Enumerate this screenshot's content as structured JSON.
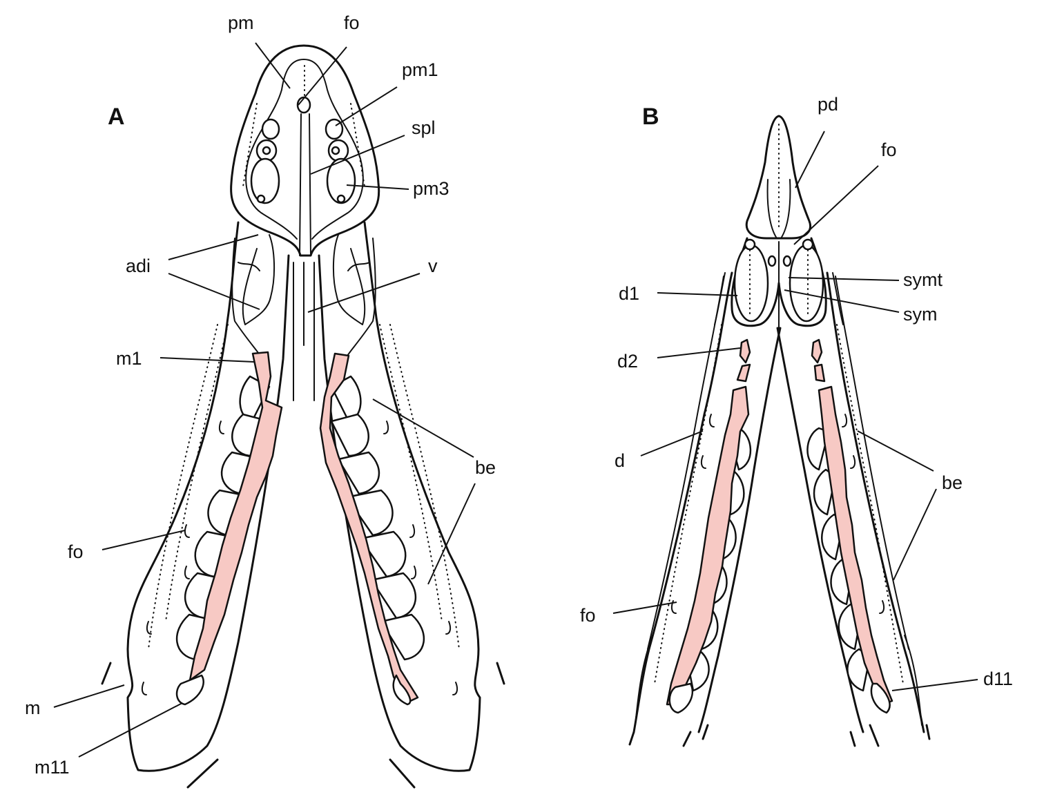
{
  "panels": {
    "a": "A",
    "b": "B"
  },
  "labels": {
    "a_pm": "pm",
    "a_fo_top": "fo",
    "a_pm1": "pm1",
    "a_spl": "spl",
    "a_pm3": "pm3",
    "a_adi": "adi",
    "a_v": "v",
    "a_m1": "m1",
    "a_be": "be",
    "a_fo_side": "fo",
    "a_m": "m",
    "a_m11": "m11",
    "b_pd": "pd",
    "b_fo_top": "fo",
    "b_symt": "symt",
    "b_d1": "d1",
    "b_sym": "sym",
    "b_d2": "d2",
    "b_d": "d",
    "b_be": "be",
    "b_fo_side": "fo",
    "b_d11": "d11"
  },
  "colors": {
    "outline": "#111111",
    "tooth_fill": "#f7c9c4",
    "background": "#ffffff"
  }
}
